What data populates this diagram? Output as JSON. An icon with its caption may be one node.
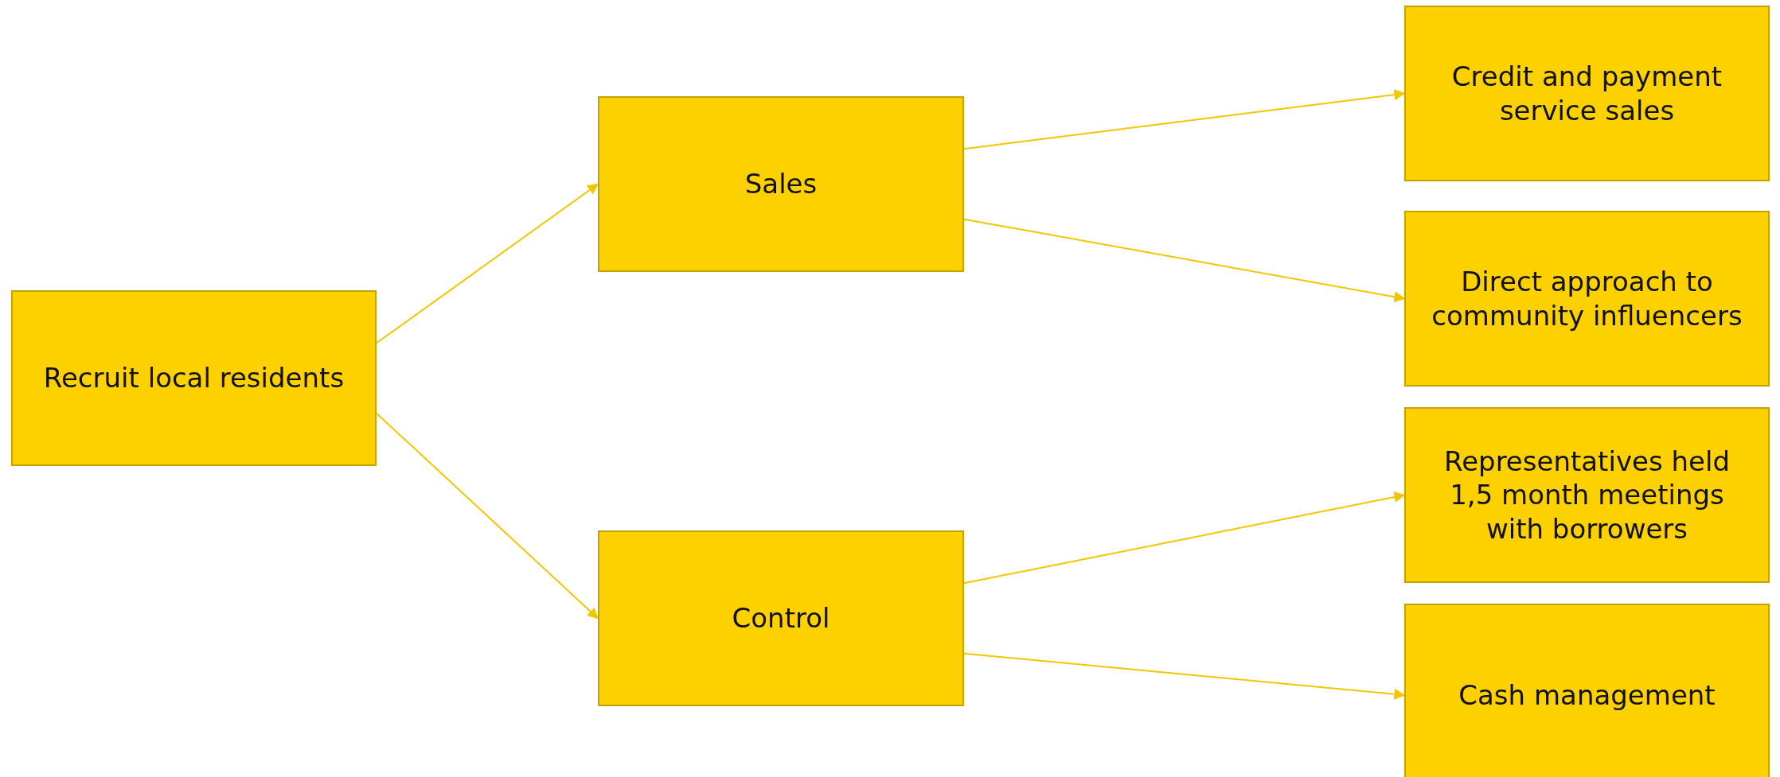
{
  "diagram": {
    "nodes": [
      {
        "text": [
          "Recruit local residents"
        ]
      },
      {
        "text": [
          "Sales"
        ]
      },
      {
        "text": [
          "Control"
        ]
      },
      {
        "text": [
          "Credit and payment service sales"
        ]
      },
      {
        "text": [
          "Direct approach to community influencers"
        ]
      },
      {
        "text": [
          "Representatives held 1,5 month meetings with borrowers"
        ]
      },
      {
        "text": [
          "Cash management"
        ]
      }
    ],
    "edges": [
      {
        "from": 0,
        "to": 1,
        "arrow": "to"
      },
      {
        "from": 0,
        "to": 2,
        "arrow": "to"
      },
      {
        "from": 1,
        "to": 3,
        "arrow": "to"
      },
      {
        "from": 1,
        "to": 4,
        "arrow": "to"
      },
      {
        "from": 2,
        "to": 5,
        "arrow": "to"
      },
      {
        "from": 2,
        "to": 6,
        "arrow": "to"
      }
    ]
  }
}
